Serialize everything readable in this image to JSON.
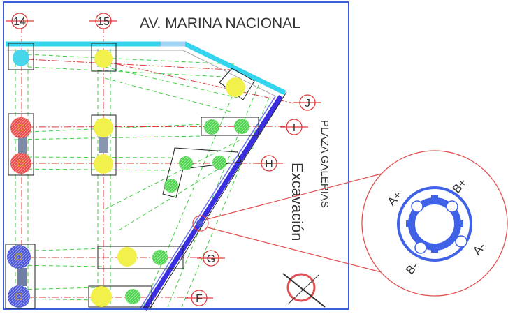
{
  "street_label": "AV. MARINA NACIONAL",
  "plaza_label": "PLAZA GALERIAS",
  "excavation_label": "Excavación",
  "grid_axes": {
    "columns": [
      "14",
      "15"
    ],
    "rows": [
      "J",
      "I",
      "H",
      "G",
      "F"
    ]
  },
  "detail": {
    "labels": [
      "A+",
      "B+",
      "A-",
      "B-"
    ]
  },
  "colors": {
    "border_blue": "#3a5fd9",
    "wall_cyan": "#35d4ee",
    "excavation_blue": "#3a2fe0",
    "detail_ring": "#3f62e6",
    "callout_red": "#e05050",
    "axis_red": "#e03a3a",
    "pile_green": "#4ed34e",
    "pile_yellow": "#f2f04a",
    "pile_red": "#ea4a4a",
    "pile_blue": "#4a55d8",
    "pile_cyan": "#49d5ea",
    "guide_green": "#45cf45"
  }
}
